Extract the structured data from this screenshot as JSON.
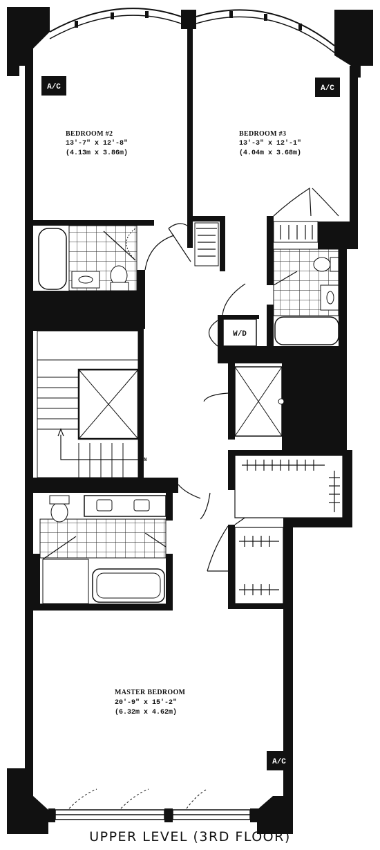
{
  "caption": "UPPER LEVEL (3RD FLOOR)",
  "rooms": {
    "bedroom2": {
      "name": "BEDROOM #2",
      "dim_imperial": "13'-7\" x 12'-8\"",
      "dim_metric": "(4.13m x 3.86m)"
    },
    "bedroom3": {
      "name": "BEDROOM #3",
      "dim_imperial": "13'-3\" x 12'-1\"",
      "dim_metric": "(4.04m x 3.68m)"
    },
    "master": {
      "name": "MASTER BEDROOM",
      "dim_imperial": "20'-9\" x 15'-2\"",
      "dim_metric": "(6.32m x 4.62m)"
    }
  },
  "labels": {
    "ac": "A/C",
    "wd": "W/D",
    "dn": "DN"
  },
  "colors": {
    "wall": "#111111",
    "paper": "#ffffff"
  }
}
